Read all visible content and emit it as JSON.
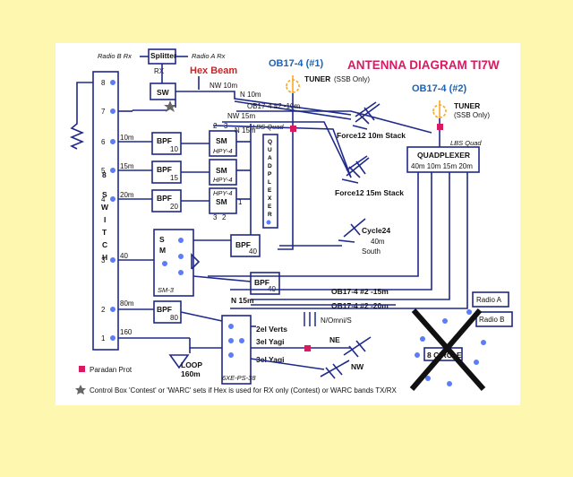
{
  "title": "ANTENNA DIAGRAM TI7W",
  "colors": {
    "line": "#1f2a8a",
    "title": "#d81b60",
    "accent_red": "#c62828",
    "obtitle": "#1565c0",
    "background": "#fdf7b0"
  },
  "top": {
    "radio_b_rx": "Radio B Rx",
    "radio_a_rx": "Radio A Rx",
    "splitter": "Splitter",
    "rx": "RX",
    "sw": "SW",
    "hex_beam": "Hex Beam",
    "nw10": "NW 10m",
    "n10": "N 10m",
    "ob_2_10": "OB17-4 #2 -10m",
    "nw15": "NW 15m",
    "n15_top": "N 15m"
  },
  "ob1": {
    "title": "OB17-4 (#1)",
    "tuner": "TUNER",
    "tuner_sub": "(SSB Only)"
  },
  "ob2": {
    "title": "OB17-4 (#2)",
    "tuner": "TUNER",
    "tuner_sub": "(SSB Only)",
    "lbs": "LBS Quad",
    "quadplexer": "QUADPLEXER",
    "bands": "40m 10m 15m 20m"
  },
  "switch": {
    "letters": [
      "8",
      "S",
      "W",
      "I",
      "T",
      "C",
      "H"
    ],
    "ports": [
      "8",
      "7",
      "6",
      "5",
      "4",
      "3",
      "2",
      "1"
    ],
    "bands": {
      "b10": "10m",
      "b15": "15m",
      "b20": "20m",
      "b40": "40",
      "b80": "80m",
      "b160": "160"
    }
  },
  "bpf": {
    "label": "BPF",
    "b10": "10",
    "b15": "15",
    "b20": "20",
    "b40a": "40",
    "b40b": "40",
    "b80": "80"
  },
  "sm": {
    "label": "SM",
    "hpy": "HPY-4",
    "nums_a": "2",
    "nums_b": "3",
    "nums_c": "3",
    "nums_d": "1",
    "nums_e": "2"
  },
  "lbs_quad": "LBS Quad",
  "quadplexer_vert": [
    "Q",
    "U",
    "A",
    "D",
    "P",
    "L",
    "E",
    "X",
    "E",
    "R"
  ],
  "force10": "Force12 10m Stack",
  "force15": "Force12 15m Stack",
  "cycle24": "Cycle24",
  "cycle_sub": "40m",
  "cycle_sub2": "South",
  "sm3": {
    "s": "S",
    "m": "M",
    "label": "SM-3"
  },
  "mid": {
    "ob2_15": "OB17-4 #2 -15m",
    "ob2_20": "OB17-4 #2 -20m",
    "n15": "N 15m"
  },
  "bottom": {
    "verts": "2el Verts",
    "yagi1": "3el Yagi",
    "yagi2": "3el Yagi",
    "nom": "N/Omni/S",
    "ne": "NE",
    "nw": "NW",
    "sixpack": "6XE-PS-38",
    "loop": "LOOP",
    "loop_sub": "160m",
    "radio_a": "Radio A",
    "radio_b": "Radio B",
    "circle": "8 CIRCLE"
  },
  "legend": {
    "paradan": "Paradan Prot",
    "note": "Control Box 'Contest' or 'WARC' sets if Hex is used for RX only (Contest) or WARC bands TX/RX"
  }
}
